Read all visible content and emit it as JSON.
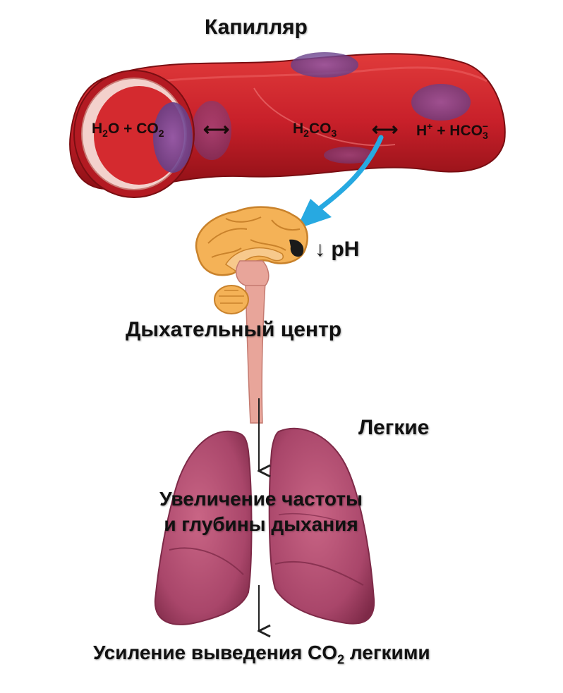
{
  "labels": {
    "capillary": "Капилляр",
    "ph_arrow": "↓",
    "ph": "pH",
    "respiratory_center": "Дыхательный центр",
    "lungs": "Легкие",
    "increase_line1": "Увеличение частоты",
    "increase_line2": "и глубины дыхания",
    "co2_pre": "Усиление выведения CO",
    "co2_sub": "2",
    "co2_post": " легкими"
  },
  "reaction": {
    "h2o_h": "H",
    "h2o_2": "2",
    "h2o_o": "O + CO",
    "co2_2": "2",
    "arrow1": "⟷",
    "h2co3_h": "H",
    "h2co3_2": "2",
    "h2co3_co": "CO",
    "h2co3_3": "3",
    "arrow2": "⟷",
    "hplus_h": "H",
    "hplus_sup": "+",
    "hco3_pre": " + HCO",
    "hco3_sub": "3",
    "hco3_sup": "−"
  },
  "icons": [
    "blood-vessel",
    "brain",
    "spinal-cord",
    "lungs",
    "down-arrow"
  ],
  "colors": {
    "vessel": "#c8202a",
    "vessel_dark": "#9e1218",
    "vessel_inner": "#f2c9c4",
    "blood_cell": "#7a4a9a",
    "brain": "#f4b257",
    "brain_outline": "#c9822b",
    "brainstem": "#e8a59a",
    "lungs": "#b34e6e",
    "lungs_dark": "#8c3150",
    "signal_arrow": "#27a9e1"
  }
}
